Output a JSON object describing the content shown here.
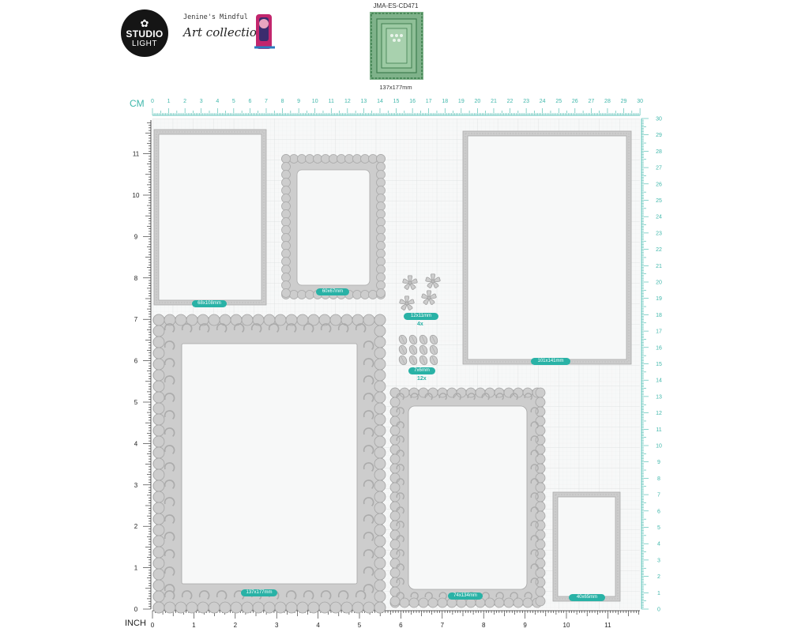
{
  "header": {
    "logo": {
      "top": "✿",
      "name": "STUDIO",
      "sub": "LIGHT"
    },
    "brand_line1": "Jenine's Mindful",
    "brand_line2": "Art collection",
    "product_code": "JMA-ES-CD471",
    "product_size": "137x177mm"
  },
  "rulers": {
    "top_unit": "CM",
    "bottom_unit": "INCH",
    "top_labels": [
      "0",
      "1",
      "2",
      "3",
      "4",
      "5",
      "6",
      "7",
      "8",
      "9",
      "10",
      "11",
      "12",
      "13",
      "14",
      "15",
      "16",
      "17",
      "18",
      "19",
      "20",
      "21",
      "22",
      "23",
      "24",
      "25",
      "26",
      "27",
      "28",
      "29",
      "30"
    ],
    "right_labels": [
      "0",
      "1",
      "2",
      "3",
      "4",
      "5",
      "6",
      "7",
      "8",
      "9",
      "10",
      "11",
      "12",
      "13",
      "14",
      "15",
      "16",
      "17",
      "18",
      "19",
      "20",
      "21",
      "22",
      "23",
      "24",
      "25",
      "26",
      "27",
      "28",
      "29",
      "30"
    ],
    "left_labels": [
      "0",
      "1",
      "2",
      "3",
      "4",
      "5",
      "6",
      "7",
      "8",
      "9",
      "10",
      "11"
    ],
    "bottom_labels": [
      "0",
      "1",
      "2",
      "3",
      "4",
      "5",
      "6",
      "7",
      "8",
      "9",
      "10",
      "11"
    ]
  },
  "dies": [
    {
      "name": "plain-frame-68x108",
      "label": "68x108mm"
    },
    {
      "name": "flower-frame-60x67",
      "label": "60x67mm"
    },
    {
      "name": "flowers-12x11",
      "label": "12x11mm",
      "qty": "4x"
    },
    {
      "name": "leaves-7x6",
      "label": "7x6mm",
      "qty": "12x"
    },
    {
      "name": "plain-frame-101x141",
      "label": "101x141mm"
    },
    {
      "name": "lace-frame-137x177",
      "label": "137x177mm"
    },
    {
      "name": "lace-frame-74x134",
      "label": "74x134mm"
    },
    {
      "name": "plain-frame-40x65",
      "label": "40x65mm"
    }
  ],
  "colors": {
    "accent": "#29b2a6",
    "grid": "#e4e6e6",
    "die": "#cfcfcf",
    "die_stroke": "#a9a9a9"
  }
}
